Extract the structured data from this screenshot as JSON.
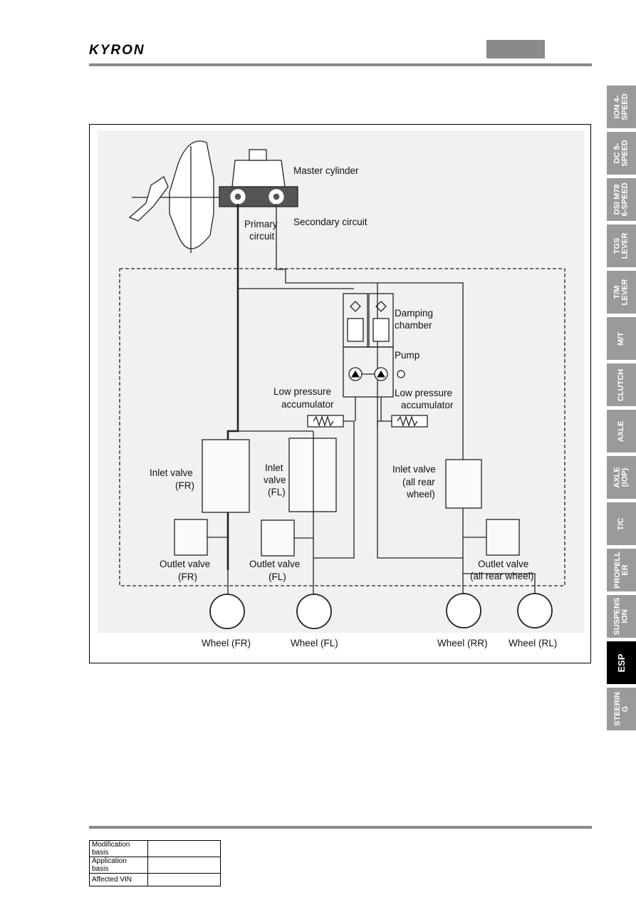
{
  "header": {
    "brand": "KYRON"
  },
  "tabs": [
    {
      "label": "ION 4-\nSPEED",
      "active": false
    },
    {
      "label": "DC 5-\nSPEED",
      "active": false
    },
    {
      "label": "DSI M78\n6-SPEED",
      "active": false
    },
    {
      "label": "TGS\nLEVER",
      "active": false
    },
    {
      "label": "T/M\nLEVER",
      "active": false
    },
    {
      "label": "M/T",
      "active": false
    },
    {
      "label": "CLUTCH",
      "active": false
    },
    {
      "label": "AXLE",
      "active": false
    },
    {
      "label": "AXLE\n(IOP)",
      "active": false
    },
    {
      "label": "T/C",
      "active": false
    },
    {
      "label": "PROPELL\nER",
      "active": false
    },
    {
      "label": "SUSPENS\nION",
      "active": false
    },
    {
      "label": "ESP",
      "active": true
    },
    {
      "label": "STEERIN\nG",
      "active": false
    }
  ],
  "diagram": {
    "master_cylinder": "Master cylinder",
    "primary_circuit": [
      "Primary",
      "circuit"
    ],
    "secondary_circuit": "Secondary circuit",
    "damping_chamber": [
      "Damping",
      "chamber"
    ],
    "pump": "Pump",
    "lpa_left": [
      "Low pressure",
      "accumulator"
    ],
    "lpa_right": [
      "Low pressure",
      "accumulator"
    ],
    "inlet_fr": [
      "Inlet valve",
      "(FR)"
    ],
    "inlet_fl": [
      "Inlet",
      "valve",
      "(FL)"
    ],
    "inlet_rear": [
      "Inlet valve",
      "(all rear",
      "wheel)"
    ],
    "outlet_fr": [
      "Outlet valve",
      "(FR)"
    ],
    "outlet_fl": [
      "Outlet valve",
      "(FL)"
    ],
    "outlet_rear": [
      "Outlet valve",
      "(all rear wheel)"
    ],
    "wheels": [
      "Wheel (FR)",
      "Wheel (FL)",
      "Wheel (RR)",
      "Wheel (RL)"
    ]
  },
  "footer_table": [
    {
      "key": "Modification basis",
      "value": ""
    },
    {
      "key": "Application basis",
      "value": ""
    },
    {
      "key": "Affected VIN",
      "value": ""
    }
  ],
  "colors": {
    "rule": "#8a8a8a",
    "tab": "#9a9a9a",
    "tab_active": "#000000"
  }
}
